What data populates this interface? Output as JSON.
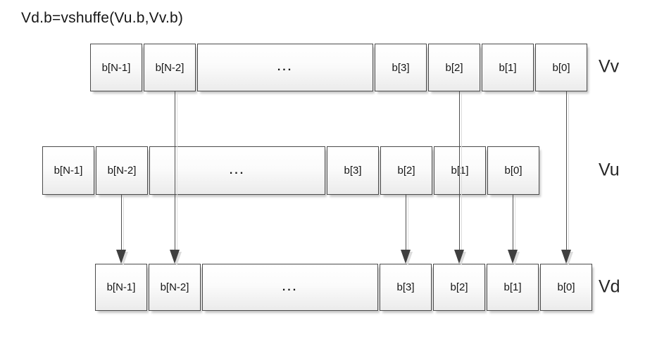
{
  "title": "Vd.b=vshuffe(Vu.b,Vv.b)",
  "rows": [
    {
      "id": "vv",
      "label": "Vv",
      "cells": [
        "b[N-1]",
        "b[N-2]",
        "...",
        "b[3]",
        "b[2]",
        "b[1]",
        "b[0]"
      ]
    },
    {
      "id": "vu",
      "label": "Vu",
      "cells": [
        "b[N-1]",
        "b[N-2]",
        "...",
        "b[3]",
        "b[2]",
        "b[1]",
        "b[0]"
      ]
    },
    {
      "id": "vd",
      "label": "Vd",
      "cells": [
        "b[N-1]",
        "b[N-2]",
        "...",
        "b[3]",
        "b[2]",
        "b[1]",
        "b[0]"
      ]
    }
  ],
  "arrows": [
    {
      "from": "Vv.b[N-2]",
      "to": "Vd.b[N-2]",
      "from_row": 0,
      "from_col": 1,
      "to_row": 2,
      "to_col": 1
    },
    {
      "from": "Vv.b[2]",
      "to": "Vd.b[2]",
      "from_row": 0,
      "from_col": 4,
      "to_row": 2,
      "to_col": 4
    },
    {
      "from": "Vv.b[0]",
      "to": "Vd.b[0]",
      "from_row": 0,
      "from_col": 6,
      "to_row": 2,
      "to_col": 6
    },
    {
      "from": "Vu.b[N-2]",
      "to": "Vd.b[N-1]",
      "from_row": 1,
      "from_col": 1,
      "to_row": 2,
      "to_col": 0
    },
    {
      "from": "Vu.b[2]",
      "to": "Vd.b[3]",
      "from_row": 1,
      "from_col": 4,
      "to_row": 2,
      "to_col": 3
    },
    {
      "from": "Vu.b[0]",
      "to": "Vd.b[1]",
      "from_row": 1,
      "from_col": 6,
      "to_row": 2,
      "to_col": 5
    }
  ],
  "colors": {
    "cell_border": "#4b4b4b",
    "cell_fill_top": "#ffffff",
    "cell_fill_bottom": "#ebebeb",
    "shadow": "#dcdcdc",
    "arrow_line": "#4f4f4f",
    "arrow_head": "#3f3f3f",
    "text": "#161616"
  }
}
